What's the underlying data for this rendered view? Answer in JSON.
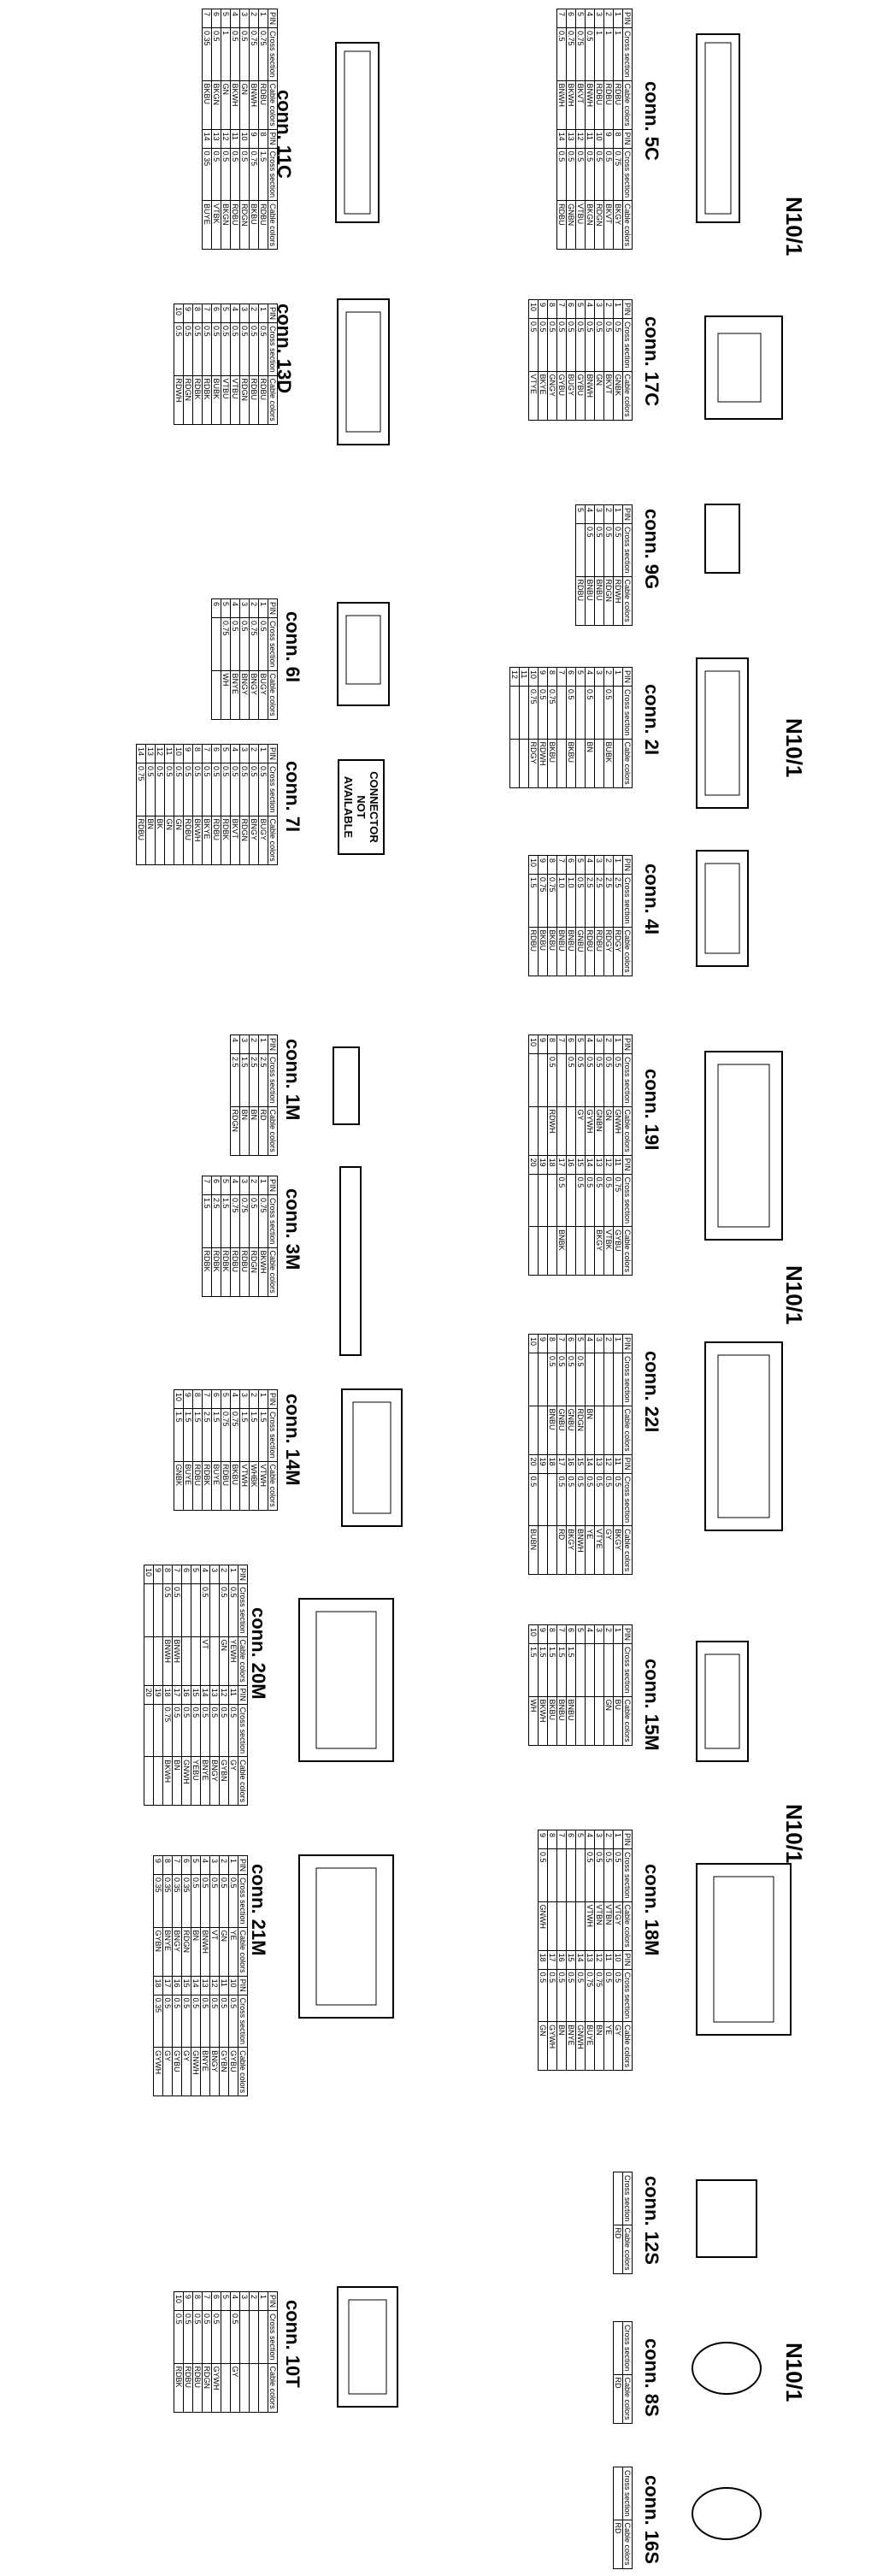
{
  "page_labels": [
    "N10/1",
    "N10/1",
    "N10/1",
    "N10/1",
    "N10/1"
  ],
  "not_available": {
    "line1": "CONNECTOR",
    "line2": "NOT",
    "line3": "AVAILABLE"
  },
  "headers": {
    "pin": "PIN",
    "cross": "Cross section",
    "color": "Cable colors"
  },
  "connectors": [
    {
      "id": "5C",
      "title": "conn. 5C",
      "rows": [
        [
          "1",
          "1",
          "RDBU",
          "8",
          "0.75",
          "BKGY"
        ],
        [
          "2",
          "1",
          "RDBU",
          "9",
          "0.5",
          "BKVT"
        ],
        [
          "3",
          "1",
          "RDBU",
          "10",
          "0.5",
          "RDGN"
        ],
        [
          "4",
          "0.5",
          "BNWH",
          "11",
          "0.5",
          "BKGN"
        ],
        [
          "5",
          "0.75",
          "BKVT",
          "12",
          "0.5",
          "VTBU"
        ],
        [
          "6",
          "0.75",
          "BKWH",
          "13",
          "0.5",
          "GNBN"
        ],
        [
          "7",
          "0.5",
          "BNWH",
          "14",
          "0.5",
          "RDBU"
        ]
      ]
    },
    {
      "id": "11C",
      "title": "conn. 11C",
      "rows": [
        [
          "1",
          "0.75",
          "RDBU",
          "8",
          "1.5",
          "RDBU"
        ],
        [
          "2",
          "0.75",
          "BNWH",
          "9",
          "0.75",
          "BKBU"
        ],
        [
          "3",
          "0.5",
          "GN",
          "10",
          "0.5",
          "RDGN"
        ],
        [
          "4",
          "0.5",
          "BKWH",
          "11",
          "0.5",
          "RDBU"
        ],
        [
          "5",
          "1",
          "GN",
          "12",
          "0.5",
          "BKGN"
        ],
        [
          "6",
          "0.5",
          "BKGN",
          "13",
          "0.5",
          "VTBK"
        ],
        [
          "7",
          "0.35",
          "BKBU",
          "14",
          "0.35",
          "BUYE"
        ]
      ]
    },
    {
      "id": "17C",
      "title": "conn. 17C",
      "rows": [
        [
          "1",
          "0.5",
          "GNBK"
        ],
        [
          "2",
          "0.5",
          "BKVT"
        ],
        [
          "3",
          "0.5",
          "GN"
        ],
        [
          "4",
          "0.5",
          "BNWH"
        ],
        [
          "5",
          "0.5",
          "GYBU"
        ],
        [
          "6",
          "0.5",
          "BUGY"
        ],
        [
          "7",
          "0.5",
          "GYBU"
        ],
        [
          "8",
          "0.5",
          "GNGY"
        ],
        [
          "9",
          "0.5",
          "BKYE"
        ],
        [
          "10",
          "0.5",
          "VTYE"
        ]
      ]
    },
    {
      "id": "13D",
      "title": "conn. 13D",
      "rows": [
        [
          "1",
          "0.5",
          "RDBU"
        ],
        [
          "2",
          "0.5",
          "RDBU"
        ],
        [
          "3",
          "0.5",
          "RDGN"
        ],
        [
          "4",
          "0.5",
          "VTBU"
        ],
        [
          "5",
          "0.5",
          "VTBU"
        ],
        [
          "6",
          "0.5",
          "BUBK"
        ],
        [
          "7",
          "0.5",
          "RDBK"
        ],
        [
          "8",
          "0.5",
          "RDBK"
        ],
        [
          "9",
          "0.5",
          "RDGN"
        ],
        [
          "10",
          "0.5",
          "RDWH"
        ]
      ]
    },
    {
      "id": "9G",
      "title": "conn. 9G",
      "rows": [
        [
          "1",
          "0.5",
          "RDWH"
        ],
        [
          "2",
          "0.5",
          "RDGN"
        ],
        [
          "3",
          "0.5",
          "BNBU"
        ],
        [
          "4",
          "0.5",
          "BNBU"
        ],
        [
          "5",
          "",
          "RDBU"
        ]
      ]
    },
    {
      "id": "6I",
      "title": "conn. 6I",
      "rows": [
        [
          "1",
          "0.5",
          "BUGY"
        ],
        [
          "2",
          "0.75",
          "BNGY"
        ],
        [
          "3",
          "0.5",
          "BNGY"
        ],
        [
          "4",
          "0.5",
          "BNYE"
        ],
        [
          "5",
          "0.75",
          "WH"
        ],
        [
          "6",
          "",
          ""
        ]
      ]
    },
    {
      "id": "2I",
      "title": "conn. 2I",
      "rows": [
        [
          "1",
          "",
          ""
        ],
        [
          "2",
          "0.5",
          "BUBK"
        ],
        [
          "3",
          "",
          ""
        ],
        [
          "4",
          "0.5",
          "BN"
        ],
        [
          "5",
          "",
          ""
        ],
        [
          "6",
          "0.5",
          "BKBU"
        ],
        [
          "7",
          "",
          ""
        ],
        [
          "8",
          "0.75",
          "BKBU"
        ],
        [
          "9",
          "0.5",
          "RDWH"
        ],
        [
          "10",
          "0.75",
          "RDGY"
        ],
        [
          "11",
          "",
          ""
        ],
        [
          "12",
          "",
          ""
        ]
      ]
    },
    {
      "id": "7I",
      "title": "conn. 7I",
      "rows": [
        [
          "1",
          "0.5",
          "BUGY"
        ],
        [
          "2",
          "0.5",
          "BNGY"
        ],
        [
          "3",
          "0.5",
          "RDGN"
        ],
        [
          "4",
          "0.5",
          "BKVT"
        ],
        [
          "5",
          "0.5",
          "RDBK"
        ],
        [
          "6",
          "0.5",
          "RDBU"
        ],
        [
          "7",
          "0.5",
          "BKYE"
        ],
        [
          "8",
          "0.5",
          "BKWH"
        ],
        [
          "9",
          "0.5",
          "RDBU"
        ],
        [
          "10",
          "0.5",
          "GN"
        ],
        [
          "11",
          "0.5",
          "GN"
        ],
        [
          "12",
          "0.5",
          "BK"
        ],
        [
          "13",
          "0.5",
          "BN"
        ],
        [
          "14",
          "0.75",
          "RDBU"
        ]
      ]
    },
    {
      "id": "4I",
      "title": "conn. 4I",
      "rows": [
        [
          "1",
          "2.5",
          "RDGY"
        ],
        [
          "2",
          "2.5",
          "RDGY"
        ],
        [
          "3",
          "2.5",
          "RDBU"
        ],
        [
          "4",
          "2.5",
          "RDBU"
        ],
        [
          "5",
          "0.5",
          "GNBU"
        ],
        [
          "6",
          "1.0",
          "BNBU"
        ],
        [
          "7",
          "1.0",
          "BNBU"
        ],
        [
          "8",
          "0.75",
          "BKBU"
        ],
        [
          "9",
          "0.75",
          "BKBU"
        ],
        [
          "10",
          "1.5",
          "RDBU"
        ]
      ]
    },
    {
      "id": "1M",
      "title": "conn. 1M",
      "rows": [
        [
          "1",
          "2.5",
          "RD"
        ],
        [
          "2",
          "2.5",
          "BN"
        ],
        [
          "3",
          "1.5",
          "BN"
        ],
        [
          "4",
          "2.5",
          "RDGN"
        ]
      ]
    },
    {
      "id": "19I",
      "title": "conn. 19I",
      "rows": [
        [
          "1",
          "0.5",
          "GNWH",
          "11",
          "0.75",
          "GYBU"
        ],
        [
          "2",
          "0.5",
          "GN",
          "12",
          "0.5",
          "VTBK"
        ],
        [
          "3",
          "0.5",
          "GNBN",
          "13",
          "0.5",
          "BKGY"
        ],
        [
          "4",
          "0.5",
          "GYWH",
          "14",
          "0.5",
          ""
        ],
        [
          "5",
          "0.5",
          "GY",
          "15",
          "0.5",
          ""
        ],
        [
          "6",
          "0.5",
          "",
          "16",
          "",
          ""
        ],
        [
          "7",
          "",
          "",
          "17",
          "0.5",
          "BNBK"
        ],
        [
          "8",
          "0.5",
          "RDWH",
          "18",
          "",
          ""
        ],
        [
          "9",
          "",
          "",
          "19",
          "",
          ""
        ],
        [
          "10",
          "",
          "",
          "20",
          "",
          ""
        ]
      ]
    },
    {
      "id": "3M",
      "title": "conn. 3M",
      "rows": [
        [
          "1",
          "0.75",
          "BKWH"
        ],
        [
          "2",
          "0.5",
          "RDGN"
        ],
        [
          "3",
          "0.75",
          "RDBU"
        ],
        [
          "4",
          "0.75",
          "RDBU"
        ],
        [
          "5",
          "1.5",
          "RDBK"
        ],
        [
          "6",
          "2.5",
          "RDBK"
        ],
        [
          "7",
          "1.5",
          "RDBK"
        ]
      ]
    },
    {
      "id": "22I",
      "title": "conn. 22I",
      "rows": [
        [
          "1",
          "",
          "",
          "11",
          "0.5",
          "BKGY"
        ],
        [
          "2",
          "",
          "",
          "12",
          "0.5",
          "GY"
        ],
        [
          "3",
          "",
          "",
          "13",
          "0.5",
          "VTYE"
        ],
        [
          "4",
          "",
          "BN",
          "14",
          "0.5",
          "YE"
        ],
        [
          "5",
          "0.5",
          "RDGN",
          "15",
          "0.5",
          "BNWH"
        ],
        [
          "6",
          "0.5",
          "GNBU",
          "16",
          "0.5",
          "BKGY"
        ],
        [
          "7",
          "0.5",
          "GNBU",
          "17",
          "0.5",
          "RD"
        ],
        [
          "8",
          "0.5",
          "BNBU",
          "18",
          "",
          ""
        ],
        [
          "9",
          "",
          "",
          "19",
          "",
          ""
        ],
        [
          "10",
          "",
          "",
          "20",
          "0.5",
          "BUBN"
        ]
      ]
    },
    {
      "id": "14M",
      "title": "conn. 14M",
      "rows": [
        [
          "1",
          "1.5",
          "VTWH"
        ],
        [
          "2",
          "1.5",
          "WHBK"
        ],
        [
          "3",
          "1.5",
          "VTWH"
        ],
        [
          "4",
          "0.75",
          "BKBU"
        ],
        [
          "5",
          "0.75",
          "RDBU"
        ],
        [
          "6",
          "1.5",
          "BUYE"
        ],
        [
          "7",
          "2.5",
          "RDBK"
        ],
        [
          "8",
          "1.5",
          "RDBU"
        ],
        [
          "9",
          "1.5",
          "BUYE"
        ],
        [
          "10",
          "1.5",
          "GNBK"
        ]
      ]
    },
    {
      "id": "20M",
      "title": "conn. 20M",
      "rows": [
        [
          "1",
          "0.5",
          "YEWH",
          "11",
          "0.5",
          "GY"
        ],
        [
          "2",
          "0.5",
          "GN",
          "12",
          "0.5",
          "GYBN"
        ],
        [
          "3",
          "",
          "",
          "13",
          "0.5",
          "BNGY"
        ],
        [
          "4",
          "0.5",
          "VT",
          "14",
          "0.5",
          "BNYE"
        ],
        [
          "5",
          "",
          "",
          "15",
          "0.5",
          "YEBU"
        ],
        [
          "6",
          "",
          "",
          "16",
          "0.5",
          "GNWH"
        ],
        [
          "7",
          "0.5",
          "BNWH",
          "17",
          "0.5",
          "BN"
        ],
        [
          "8",
          "0.5",
          "BNWH",
          "18",
          "0.75",
          "BKWH"
        ],
        [
          "9",
          "",
          "",
          "19",
          "",
          ""
        ],
        [
          "10",
          "",
          "",
          "20",
          "",
          ""
        ]
      ]
    },
    {
      "id": "15M",
      "title": "conn. 15M",
      "rows": [
        [
          "1",
          "",
          "BU"
        ],
        [
          "2",
          "",
          "GN"
        ],
        [
          "3",
          "",
          ""
        ],
        [
          "4",
          "",
          ""
        ],
        [
          "5",
          "",
          ""
        ],
        [
          "6",
          "1.5",
          "BNBU"
        ],
        [
          "7",
          "1.5",
          "BNBU"
        ],
        [
          "8",
          "1.5",
          "BKBU"
        ],
        [
          "9",
          "1.5",
          "BKWH"
        ],
        [
          "10",
          "1.5",
          "WH"
        ]
      ]
    },
    {
      "id": "21M",
      "title": "conn. 21M",
      "rows": [
        [
          "1",
          "0.5",
          "YE",
          "10",
          "0.5",
          "GYBU"
        ],
        [
          "2",
          "0.5",
          "GN",
          "11",
          "0.5",
          "GYBN"
        ],
        [
          "3",
          "0.5",
          "VT",
          "12",
          "0.5",
          "BNGY"
        ],
        [
          "4",
          "0.5",
          "BNWH",
          "13",
          "0.5",
          "BNYE"
        ],
        [
          "5",
          "0.5",
          "BN",
          "14",
          "0.5",
          "GNWH"
        ],
        [
          "6",
          "0.35",
          "RDGN",
          "15",
          "0.5",
          "GY"
        ],
        [
          "7",
          "0.35",
          "BNGY",
          "16",
          "0.5",
          "GYBU"
        ],
        [
          "8",
          "0.35",
          "BNYE",
          "17",
          "0.5",
          "GY"
        ],
        [
          "9",
          "0.35",
          "GYBN",
          "18",
          "0.35",
          "GYWH"
        ]
      ]
    },
    {
      "id": "18M",
      "title": "conn. 18M",
      "rows": [
        [
          "1",
          "0.5",
          "VTGY",
          "10",
          "0.5",
          "GY"
        ],
        [
          "2",
          "0.5",
          "VTBN",
          "11",
          "0.5",
          "YE"
        ],
        [
          "3",
          "0.5",
          "VTBN",
          "12",
          "0.75",
          "BN"
        ],
        [
          "4",
          "0.5",
          "VTWH",
          "13",
          "0.75",
          "BUYE"
        ],
        [
          "5",
          "",
          "",
          "14",
          "0.5",
          "GNWH"
        ],
        [
          "6",
          "",
          "",
          "15",
          "0.5",
          "BNYE"
        ],
        [
          "7",
          "",
          "",
          "16",
          "0.5",
          "BN"
        ],
        [
          "8",
          "",
          "",
          "17",
          "0.5",
          "GYWH"
        ],
        [
          "9",
          "0.5",
          "GNWH",
          "18",
          "0.5",
          "GN"
        ]
      ]
    },
    {
      "id": "12S",
      "title": "conn. 12S",
      "rows": [
        [
          "",
          "RD"
        ]
      ]
    },
    {
      "id": "10T",
      "title": "conn. 10T",
      "rows": [
        [
          "1",
          "",
          ""
        ],
        [
          "2",
          "",
          ""
        ],
        [
          "3",
          "",
          ""
        ],
        [
          "4",
          "0.5",
          "GY"
        ],
        [
          "5",
          "",
          ""
        ],
        [
          "6",
          "0.5",
          "GYWH"
        ],
        [
          "7",
          "0.5",
          "RDGN"
        ],
        [
          "8",
          "0.5",
          "RDBU"
        ],
        [
          "9",
          "0.5",
          "RDBU"
        ],
        [
          "10",
          "0.5",
          "RDBK"
        ]
      ]
    },
    {
      "id": "8S",
      "title": "conn. 8S",
      "rows": [
        [
          "",
          "RD"
        ]
      ]
    },
    {
      "id": "16S",
      "title": "conn. 16S",
      "rows": [
        [
          "",
          "RD"
        ]
      ]
    }
  ]
}
